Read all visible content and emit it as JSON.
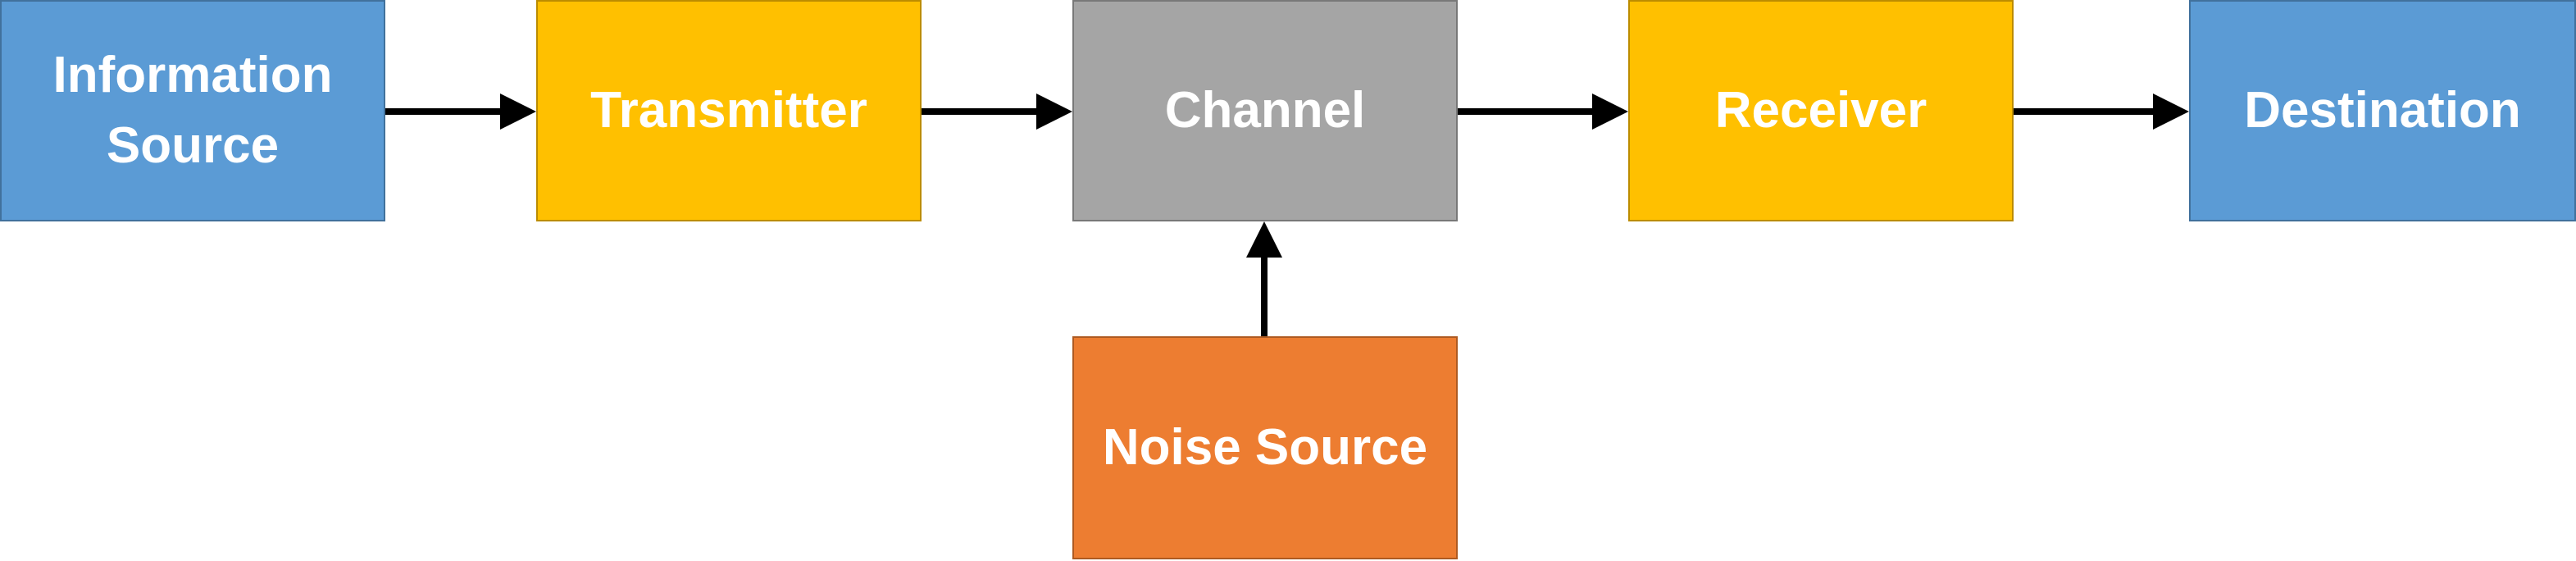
{
  "diagram": {
    "nodes": [
      {
        "id": "info",
        "label": "Information\nSource",
        "color": "#5b9bd5"
      },
      {
        "id": "tx",
        "label": "Transmitter",
        "color": "#ffc000"
      },
      {
        "id": "ch",
        "label": "Channel",
        "color": "#a5a5a5"
      },
      {
        "id": "rx",
        "label": "Receiver",
        "color": "#ffc000"
      },
      {
        "id": "dest",
        "label": "Destination",
        "color": "#5b9bd5"
      },
      {
        "id": "noise",
        "label": "Noise Source",
        "color": "#ed7d31"
      }
    ],
    "edges": [
      {
        "from": "info",
        "to": "tx"
      },
      {
        "from": "tx",
        "to": "ch"
      },
      {
        "from": "ch",
        "to": "rx"
      },
      {
        "from": "rx",
        "to": "dest"
      },
      {
        "from": "noise",
        "to": "ch"
      }
    ],
    "edge_color": "#000000"
  }
}
